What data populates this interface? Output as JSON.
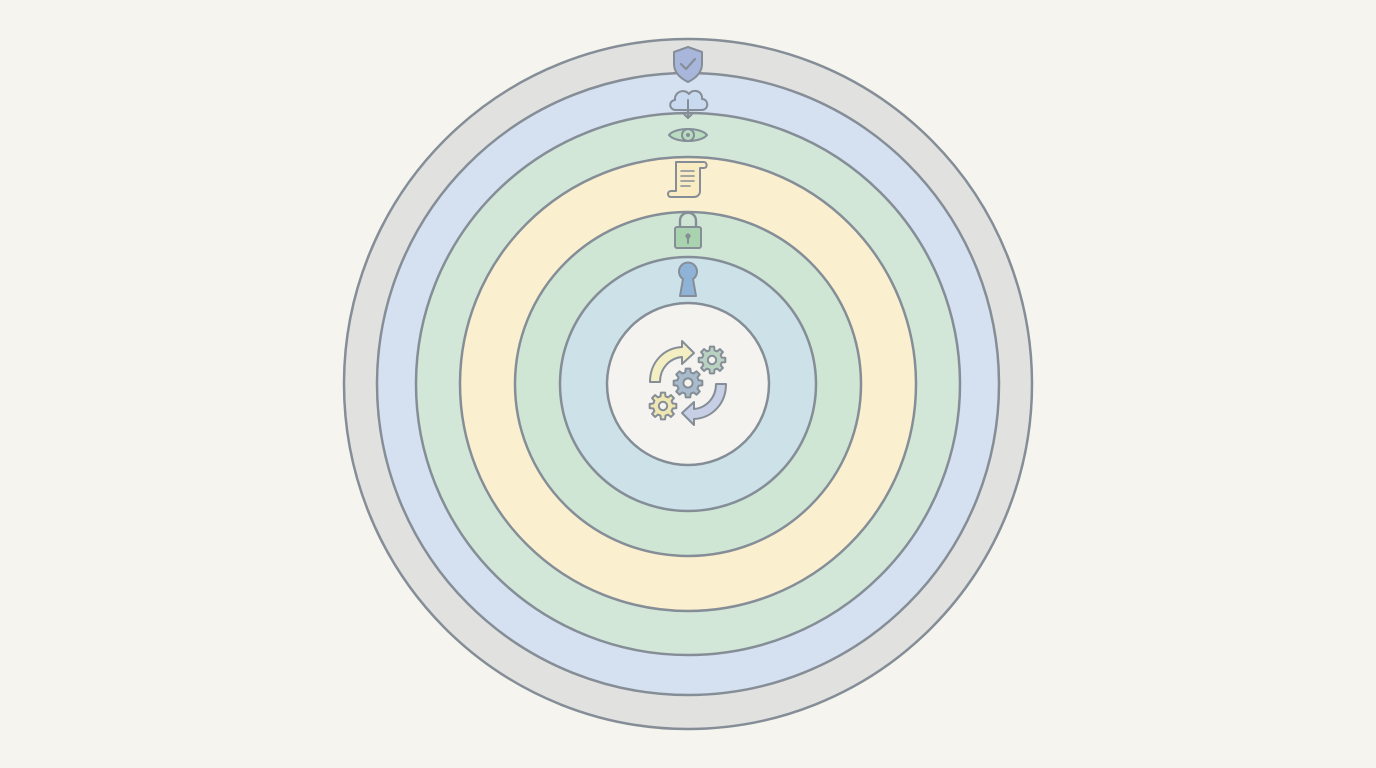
{
  "diagram": {
    "title": "",
    "stroke_color": "#858e97",
    "background_color": "#f5f4ef",
    "layers": [
      {
        "name": "outer-protection",
        "fill": "#e1e1e0",
        "icon": "shield-check-icon",
        "icon_color": "#a9b6dc"
      },
      {
        "name": "cloud-backup",
        "fill": "#d5e0f0",
        "icon": "cloud-download-icon",
        "icon_color": "#c9d9ef"
      },
      {
        "name": "monitoring",
        "fill": "#d3e7d8",
        "icon": "eye-icon",
        "icon_color": "#b9dbbf"
      },
      {
        "name": "policy-document",
        "fill": "#faefcf",
        "icon": "scroll-document-icon",
        "icon_color": "#f9ebc2"
      },
      {
        "name": "encryption-lock",
        "fill": "#d0e6d5",
        "icon": "padlock-icon",
        "icon_color": "#a9d2ae"
      },
      {
        "name": "access-keyhole",
        "fill": "#cde2e8",
        "icon": "keyhole-icon",
        "icon_color": "#8fb3d6"
      }
    ],
    "core": {
      "name": "core-process",
      "fill": "#f4f3ef",
      "icon": "gears-cycle-icon",
      "colors": {
        "arrow_top": "#f4eec3",
        "arrow_bottom": "#c6cfe6",
        "gear_large": "#a9bccd",
        "gear_top": "#b9d2c2",
        "gear_bottom": "#f0e6b1"
      }
    }
  }
}
